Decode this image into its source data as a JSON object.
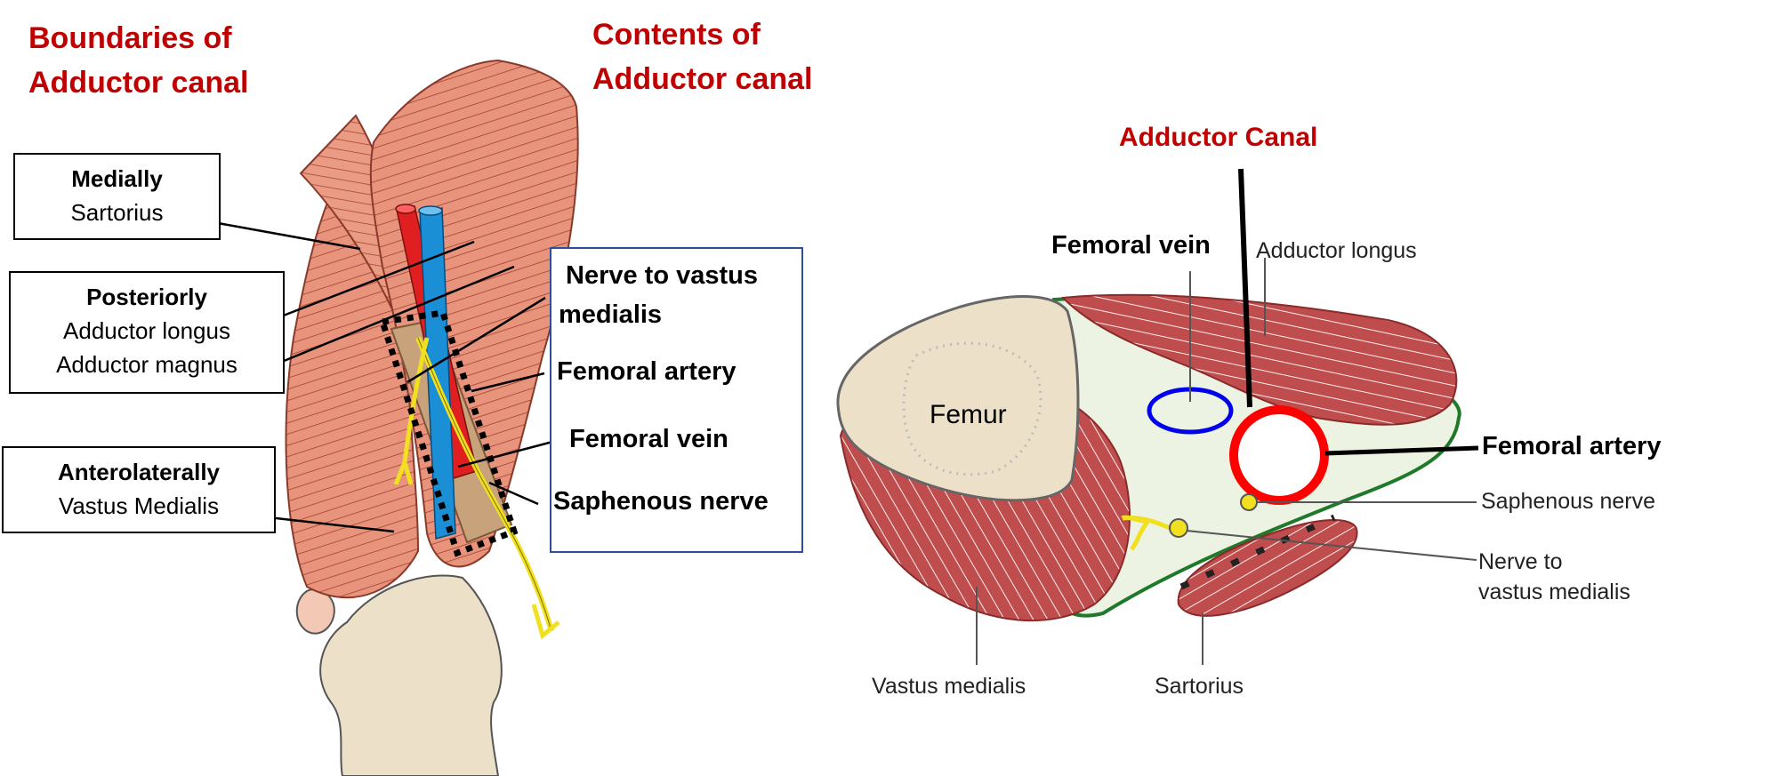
{
  "left_panel": {
    "heading_boundaries": [
      "Boundaries of",
      "Adductor canal"
    ],
    "heading_contents": [
      "Contents of",
      "Adductor canal"
    ],
    "boundaries": [
      {
        "title": "Medially",
        "lines": [
          "Sartorius"
        ]
      },
      {
        "title": "Posteriorly",
        "lines": [
          "Adductor longus",
          "Adductor magnus"
        ]
      },
      {
        "title": "Anterolaterally",
        "lines": [
          "Vastus Medialis"
        ]
      }
    ],
    "contents": [
      "Nerve to vastus",
      "medialis",
      "Femoral artery",
      "Femoral vein",
      "Saphenous nerve"
    ]
  },
  "right_panel": {
    "title": "Adductor Canal",
    "femoral_vein": "Femoral vein",
    "adductor_longus": "Adductor longus",
    "femur": "Femur",
    "femoral_artery": "Femoral artery",
    "saphenous_nerve": "Saphenous nerve",
    "nerve_to_vm": [
      "Nerve to",
      "vastus medialis"
    ],
    "vastus_medialis": "Vastus medialis",
    "sartorius": "Sartorius"
  },
  "colors": {
    "heading_red": "#c00000",
    "muscle": "#e8937c",
    "muscle_dark": "#b84a4a",
    "artery": "#e02020",
    "vein": "#1a8fd6",
    "nerve": "#f0e020",
    "bone": "#ede0c8",
    "canal_fill": "#edf3e2",
    "canal_border": "#1e7a2a",
    "vein_ring": "#0000ee",
    "artery_ring": "#ff0000",
    "box_blue": "#2e4d9c"
  }
}
